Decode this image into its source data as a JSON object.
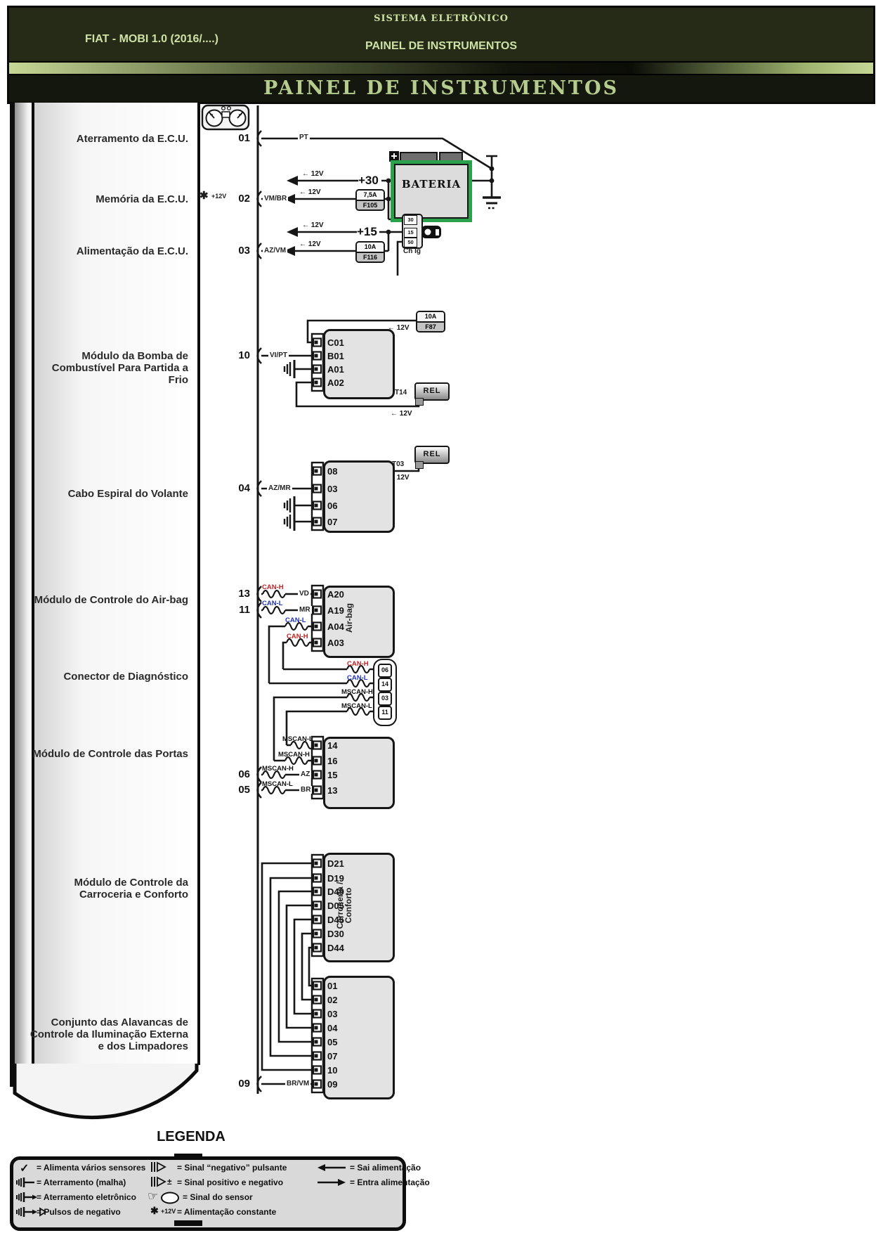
{
  "header": {
    "system": "SISTEMA ELETRÔNICO",
    "model": "FIAT - MOBI 1.0 (2016/....)",
    "subtitle": "PAINEL DE INSTRUMENTOS",
    "title": "PAINEL DE INSTRUMENTOS"
  },
  "sections": [
    [
      "Aterramento da E.C.U."
    ],
    [
      "Memória da E.C.U."
    ],
    [
      "Alimentação da E.C.U."
    ],
    [
      "Módulo da Bomba de",
      "Combustível Para Partida a Frio"
    ],
    [
      "Cabo Espiral do Volante"
    ],
    [
      "Módulo de Controle do Air-bag"
    ],
    [
      "Conector de Diagnóstico"
    ],
    [
      "Módulo de Controle das Portas"
    ],
    [
      "Módulo de Controle da",
      "Carroceria e Conforto"
    ],
    [
      "Conjunto das Alavancas de",
      "Controle da Iluminação Externa",
      "e dos Limpadores"
    ]
  ],
  "mainpins": [
    "01",
    "02",
    "03",
    "10",
    "04",
    "13",
    "11",
    "06",
    "05",
    "09"
  ],
  "power": {
    "plus30": "+30",
    "plus15": "+15",
    "v12": "12V",
    "star12": "+12V",
    "chig": "Ch Ig",
    "ign": [
      "30",
      "15",
      "50"
    ],
    "battery": "BATERIA"
  },
  "fuses": [
    {
      "amp": "7,5A",
      "name": "F105"
    },
    {
      "amp": "10A",
      "name": "F116"
    },
    {
      "amp": "10A",
      "name": "F87"
    }
  ],
  "relays": {
    "name": "REL",
    "t14": "T14",
    "t03": "T03"
  },
  "wires": {
    "pt": "PT",
    "vmbr": "VM/BR",
    "azvm": "AZ/VM",
    "vipt": "VI/PT",
    "azmr": "AZ/MR",
    "vd": "VD",
    "mr": "MR",
    "az": "AZ",
    "br": "BR",
    "brvm": "BR/VM"
  },
  "bus": {
    "canh": "CAN-H",
    "canl": "CAN-L",
    "mscanh": "MSCAN-H",
    "mscanl": "MSCAN-L"
  },
  "modules": {
    "fuelpump": {
      "pins": [
        "C01",
        "B01",
        "A01",
        "A02"
      ]
    },
    "spiral": {
      "pins": [
        "08",
        "03",
        "06",
        "07"
      ]
    },
    "airbag": {
      "label": "Air-bag",
      "pins": [
        "A20",
        "A19",
        "A04",
        "A03"
      ]
    },
    "diag": {
      "pins": [
        "06",
        "14",
        "03",
        "11"
      ]
    },
    "doors": {
      "pins": [
        "14",
        "16",
        "15",
        "13"
      ]
    },
    "body": {
      "label": [
        "Carroceria /",
        "Conforto"
      ],
      "pins": [
        "D21",
        "D19",
        "D49",
        "D05",
        "D45",
        "D30",
        "D44"
      ]
    },
    "stalks": {
      "pins": [
        "01",
        "02",
        "03",
        "04",
        "05",
        "07",
        "10",
        "09"
      ]
    }
  },
  "legend": {
    "title": "LEGENDA",
    "col1": [
      {
        "icon": "check-icon",
        "text": "= Alimenta vários sensores"
      },
      {
        "icon": "ground-mesh-icon",
        "text": "= Aterramento (malha)"
      },
      {
        "icon": "ground-electronic-icon",
        "text": "= Aterramento eletrônico"
      },
      {
        "icon": "negative-pulses-icon",
        "text": "= Pulsos de negativo"
      }
    ],
    "col2": [
      {
        "icon": "pulse-negative-icon",
        "text": "= Sinal “negativo” pulsante"
      },
      {
        "icon": "pulse-pos-neg-icon",
        "text": "= Sinal positivo e negativo"
      },
      {
        "icon": "sensor-signal-icon",
        "text": "= Sinal do sensor"
      },
      {
        "icon": "constant-power-icon",
        "text": "= Alimentação constante"
      }
    ],
    "col3": [
      {
        "icon": "power-out-icon",
        "text": "= Sai alimentação"
      },
      {
        "icon": "power-in-icon",
        "text": "= Entra alimentação"
      }
    ]
  },
  "glyphs": {
    "check": "✓",
    "star": "✱",
    "hand": "☞",
    "pm": "±",
    "arrow_left": "←"
  },
  "colors": {
    "canh": "#c22222",
    "canl": "#2233bb",
    "battery_green": "#29a24b",
    "header_text": "#cfe0a4"
  }
}
